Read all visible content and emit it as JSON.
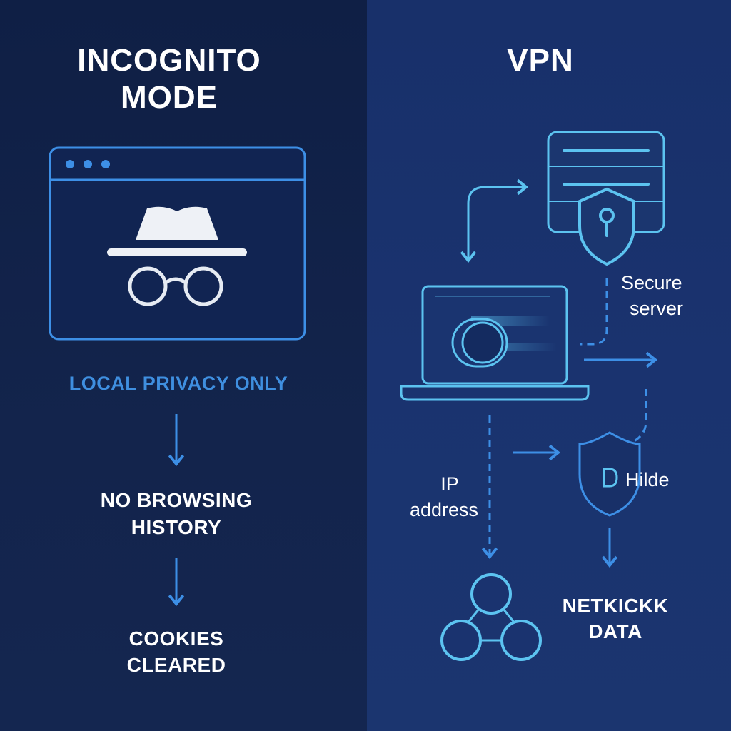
{
  "incognito": {
    "title_line1": "INCOGNITO",
    "title_line2": "MODE",
    "browser_icon": "incognito-browser-icon",
    "local_privacy": "LOCAL PRIVACY ONLY",
    "no_history_line1": "NO BROWSING",
    "no_history_line2": "HISTORY",
    "cookies_line1": "COOKIES",
    "cookies_line2": "CLEARED"
  },
  "vpn": {
    "title": "VPN",
    "secure_server_line1": "Secure",
    "secure_server_line2": "server",
    "ip_line1": "IP",
    "ip_line2": "address",
    "hide_label": "Hilde",
    "data_line1": "NETKICKK",
    "data_line2": "DATA"
  },
  "colors": {
    "left_bg": "#0f1f45",
    "right_bg": "#1a336f",
    "line_blue": "#3d8fe6",
    "light_blue": "#5cc3f0",
    "accent_text": "#3f8fe0"
  }
}
